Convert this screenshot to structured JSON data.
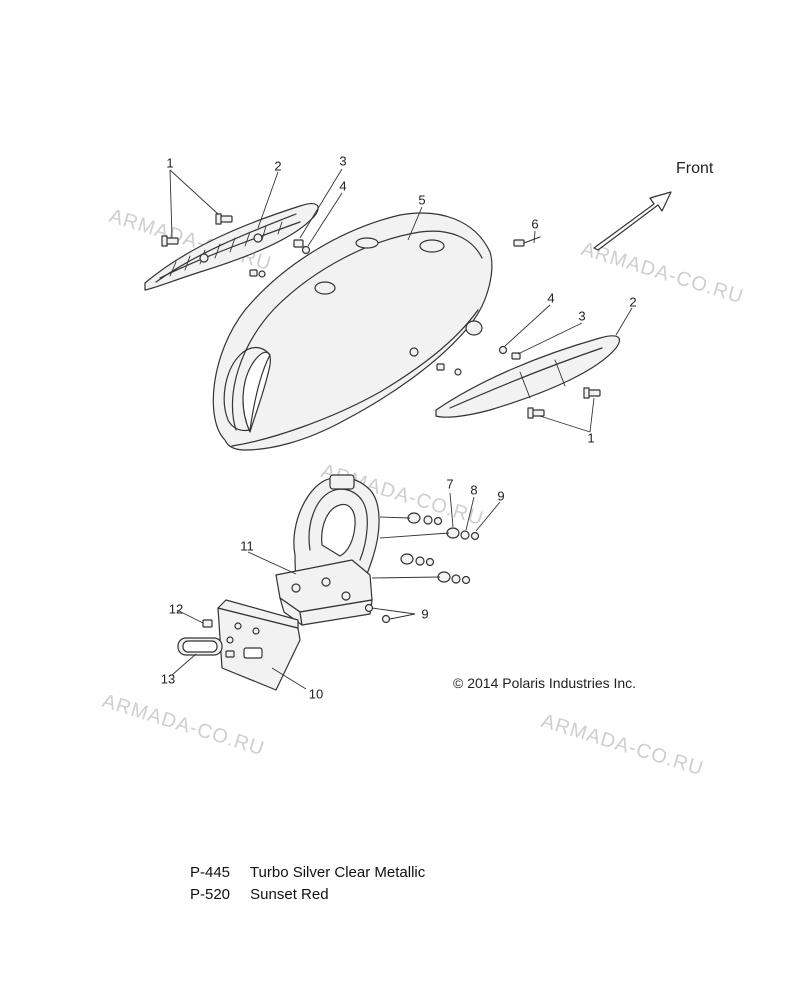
{
  "direction_label": "Front",
  "copyright": "© 2014 Polaris Industries Inc.",
  "watermark": "ARMADA-CO.RU",
  "callouts": [
    "1",
    "2",
    "3",
    "4",
    "5",
    "6",
    "4",
    "3",
    "2",
    "1",
    "7",
    "8",
    "9",
    "11",
    "9",
    "12",
    "13",
    "10"
  ],
  "color_options": [
    {
      "code": "P-445",
      "name": "Turbo Silver Clear Metallic"
    },
    {
      "code": "P-520",
      "name": "Sunset Red"
    }
  ],
  "colors": {
    "line": "#333333",
    "part_fill": "#f2f2f2",
    "watermark": "#cfcfcf"
  }
}
